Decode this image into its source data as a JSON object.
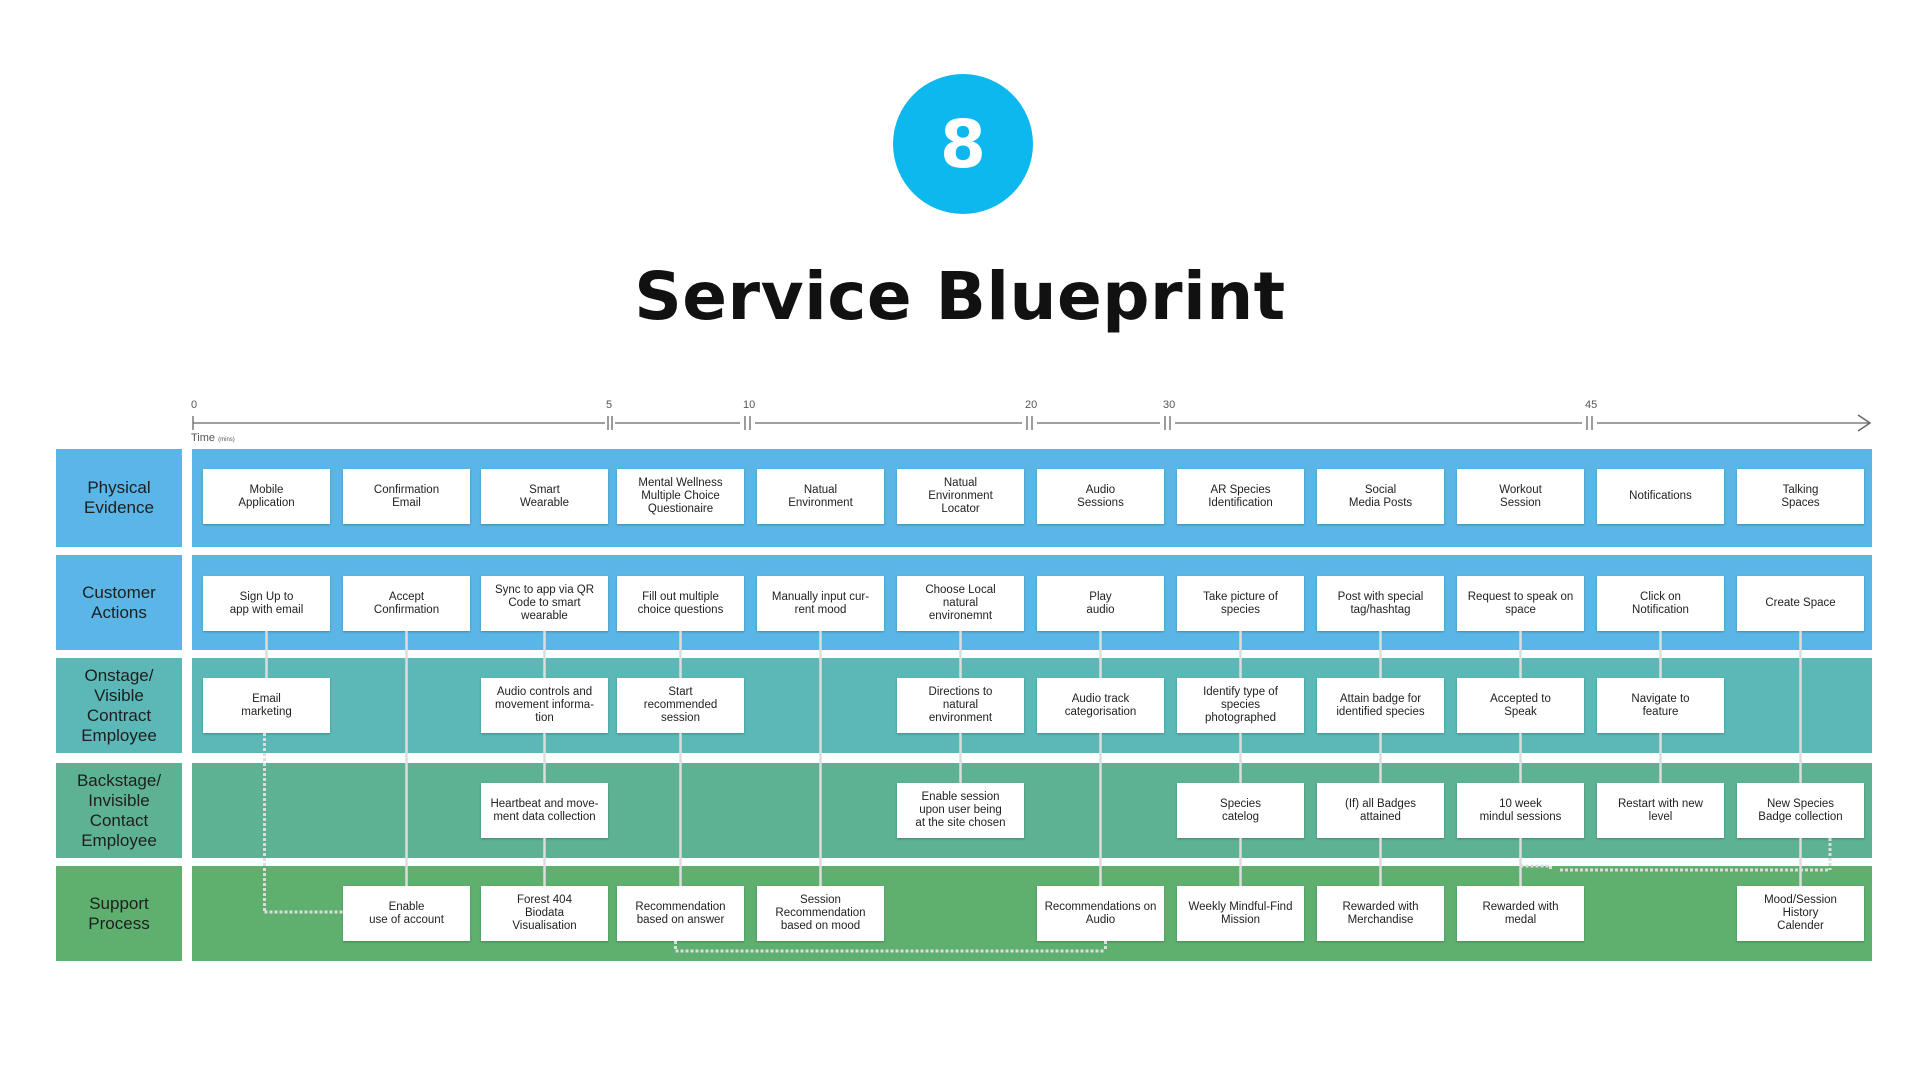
{
  "badge": {
    "number": "8"
  },
  "title": "Service Blueprint",
  "timeline": {
    "label": "Time",
    "unit": "(mins)",
    "ticks": [
      "0",
      "5",
      "10",
      "20",
      "30",
      "45"
    ]
  },
  "rows": [
    {
      "label": "Physical\nEvidence",
      "color": "#5ab6e6"
    },
    {
      "label": "Customer\nActions",
      "color": "#5ab6e6"
    },
    {
      "label": "Onstage/\nVisible\nContract\nEmployee",
      "color": "#5bb8b6"
    },
    {
      "label": "Backstage/\nInvisible\nContact\nEmployee",
      "color": "#5db294"
    },
    {
      "label": "Support\nProcess",
      "color": "#5fb06f"
    }
  ],
  "physical_evidence": [
    "Mobile\nApplication",
    "Confirmation\nEmail",
    "Smart\nWearable",
    "Mental Wellness\nMultiple Choice\nQuestionaire",
    "Natual\nEnvironment",
    "Natual\nEnvironment\nLocator",
    "Audio\nSessions",
    "AR Species\nIdentification",
    "Social\nMedia Posts",
    "Workout\nSession",
    "Notifications",
    "Talking\nSpaces"
  ],
  "customer_actions": [
    "Sign Up to\napp with email",
    "Accept\nConfirmation",
    "Sync to app via QR\nCode to smart\nwearable",
    "Fill out multiple\nchoice questions",
    "Manually input cur-\nrent mood",
    "Choose Local\nnatural\nenvironemnt",
    "Play\naudio",
    "Take picture of\nspecies",
    "Post with special\ntag/hashtag",
    "Request to speak on\nspace",
    "Click on\nNotification",
    "Create Space"
  ],
  "onstage": [
    "Email\nmarketing",
    "Audio controls and\nmovement informa-\ntion",
    "Start\nrecommended\nsession",
    "Directions to\nnatural\nenvironment",
    "Audio track\ncategorisation",
    "Identify type of\nspecies\nphotographed",
    "Attain badge for\nidentified species",
    "Accepted to\nSpeak",
    "Navigate to\nfeature"
  ],
  "backstage": [
    "Heartbeat and move-\nment data collection",
    "Enable session\nupon user being\nat the site chosen",
    "Species\ncatelog",
    "(If) all Badges\nattained",
    "10 week\nmindul sessions",
    "Restart with new\nlevel",
    "New Species\nBadge collection"
  ],
  "support": [
    "Enable\nuse of account",
    "Forest 404\nBiodata\nVisualisation",
    "Recommendation\nbased on answer",
    "Session\nRecommendation\nbased on mood",
    "Recommendations on\nAudio",
    "Weekly Mindful-Find\nMission",
    "Rewarded with\nMerchandise",
    "Rewarded with\nmedal",
    "Mood/Session\nHistory\nCalender"
  ],
  "colors": {
    "badge": "#0db8ee",
    "connector": "#dddddd",
    "axis": "#666666"
  }
}
